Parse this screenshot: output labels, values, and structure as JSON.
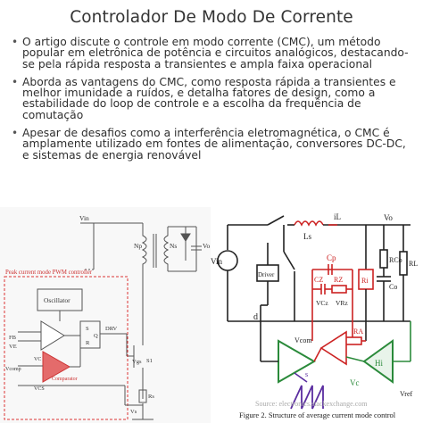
{
  "title": "Controlador De Modo De Corrente",
  "bullets": [
    "O artigo discute o controle em modo corrente (CMC), um método popular em eletrônica de potência e circuitos analógicos, destacando-se pela rápida resposta a transientes e ampla faixa operacional",
    "Aborda as vantagens do CMC, como resposta rápida a transientes e melhor imunidade a ruídos, e detalha fatores de design, como a estabilidade do loop de controle e a escolha da frequência de comutação",
    "Apesar de desafios como a interferência eletromagnética, o CMC é amplamente utilizado em fontes de alimentação, conversores DC-DC, e sistemas de energia renovável"
  ],
  "left_diagram": {
    "controller_label": "Peak current mode PWM controller",
    "vin": "Vin",
    "np": "Np",
    "ns": "Ns",
    "vo": "Vo",
    "oscillator": "Oscillator",
    "fb": "FB",
    "ve": "VE",
    "vcomp": "Vcomp",
    "vc": "VC",
    "vcs": "VCS",
    "comparator": "Comparator",
    "s": "S",
    "r": "R",
    "q": "Q",
    "drv": "DRV",
    "vgs": "Vgs",
    "s1": "S1",
    "rs": "Rs",
    "vs": "Vs"
  },
  "right_diagram": {
    "vin": "Vin",
    "il": "iL",
    "ls": "Ls",
    "vo": "Vo",
    "rco": "RCo",
    "co": "Co",
    "rl": "RL",
    "driver": "Driver",
    "d": "d",
    "cp": "Cp",
    "cz": "CZ",
    "rz": "RZ",
    "vcz": "VCz",
    "vrz": "VRz",
    "ri": "Ri",
    "ra": "RA",
    "vcom": "Vcom",
    "vc": "Vc",
    "hi": "Hi",
    "vref": "Vref",
    "s": "s",
    "caption": "Figure 2. Structure of average current mode control",
    "watermark": "Source: electronics.stackexchange.com"
  }
}
